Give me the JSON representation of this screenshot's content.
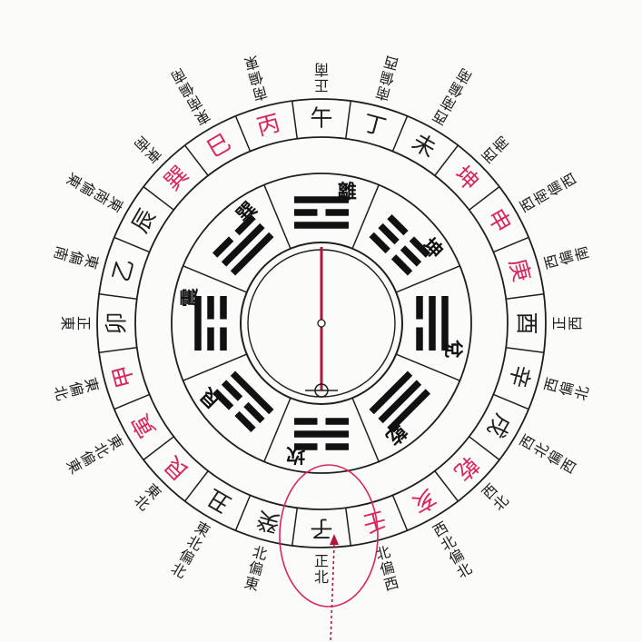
{
  "colors": {
    "ink": "#1e1e1e",
    "red": "#d8265c",
    "needle": "#b3143e",
    "paper": "#fbfbf9"
  },
  "mountains": [
    {
      "label": "午",
      "red": false
    },
    {
      "label": "丁",
      "red": false
    },
    {
      "label": "未",
      "red": false
    },
    {
      "label": "坤",
      "red": true
    },
    {
      "label": "申",
      "red": true
    },
    {
      "label": "庚",
      "red": true
    },
    {
      "label": "酉",
      "red": false
    },
    {
      "label": "辛",
      "red": false
    },
    {
      "label": "戌",
      "red": false
    },
    {
      "label": "乾",
      "red": true
    },
    {
      "label": "亥",
      "red": true
    },
    {
      "label": "壬",
      "red": true
    },
    {
      "label": "子",
      "red": false
    },
    {
      "label": "癸",
      "red": false
    },
    {
      "label": "丑",
      "red": false
    },
    {
      "label": "艮",
      "red": true
    },
    {
      "label": "寅",
      "red": true
    },
    {
      "label": "甲",
      "red": true
    },
    {
      "label": "卯",
      "red": false
    },
    {
      "label": "乙",
      "red": false
    },
    {
      "label": "辰",
      "red": false
    },
    {
      "label": "巽",
      "red": true
    },
    {
      "label": "巳",
      "red": true
    },
    {
      "label": "丙",
      "red": true
    }
  ],
  "trigrams": [
    {
      "name": "離",
      "lines": [
        1,
        0,
        1
      ]
    },
    {
      "name": "坤",
      "lines": [
        0,
        0,
        0
      ]
    },
    {
      "name": "兌",
      "lines": [
        0,
        1,
        1
      ]
    },
    {
      "name": "乾",
      "lines": [
        1,
        1,
        1
      ]
    },
    {
      "name": "坎",
      "lines": [
        0,
        1,
        0
      ]
    },
    {
      "name": "艮",
      "lines": [
        1,
        0,
        0
      ]
    },
    {
      "name": "震",
      "lines": [
        0,
        0,
        1
      ]
    },
    {
      "name": "巽",
      "lines": [
        1,
        1,
        0
      ]
    }
  ],
  "directions": [
    "正南",
    "南偏西",
    "西南偏南",
    "西南",
    "西南偏西",
    "西偏南",
    "正西",
    "西偏北",
    "西北偏西",
    "西北",
    "西北偏北",
    "北偏西",
    "正北",
    "北偏東",
    "東北偏北",
    "東北",
    "東北偏東",
    "東偏北",
    "正東",
    "東偏南",
    "東南偏東",
    "東南",
    "東南偏南",
    "南偏東"
  ]
}
